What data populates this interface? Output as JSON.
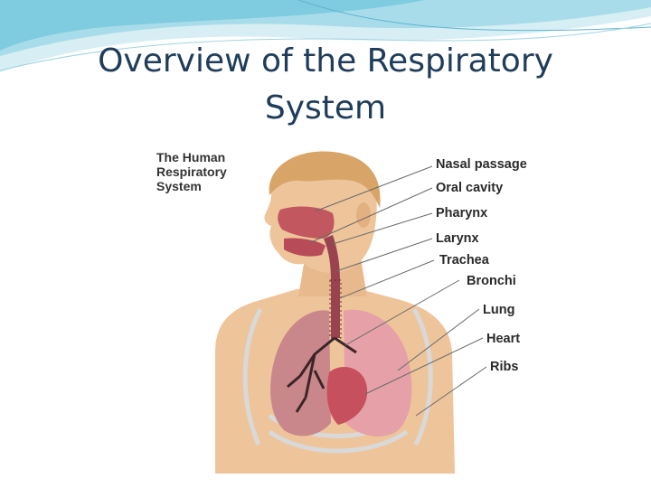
{
  "slide": {
    "title_line1": "Overview of the Respiratory",
    "title_line2": "System"
  },
  "figure": {
    "title_lines": [
      "The Human",
      "Respiratory",
      "System"
    ],
    "labels": [
      "Nasal passage",
      "Oral cavity",
      "Pharynx",
      "Larynx",
      "Trachea",
      "Bronchi",
      "Lung",
      "Heart",
      "Ribs"
    ]
  },
  "colors": {
    "title": "#1f3d5a",
    "accent": "#7fcbe0",
    "skin": "#eec49a",
    "lung": "#e6a0a8",
    "heart": "#c7505e"
  }
}
